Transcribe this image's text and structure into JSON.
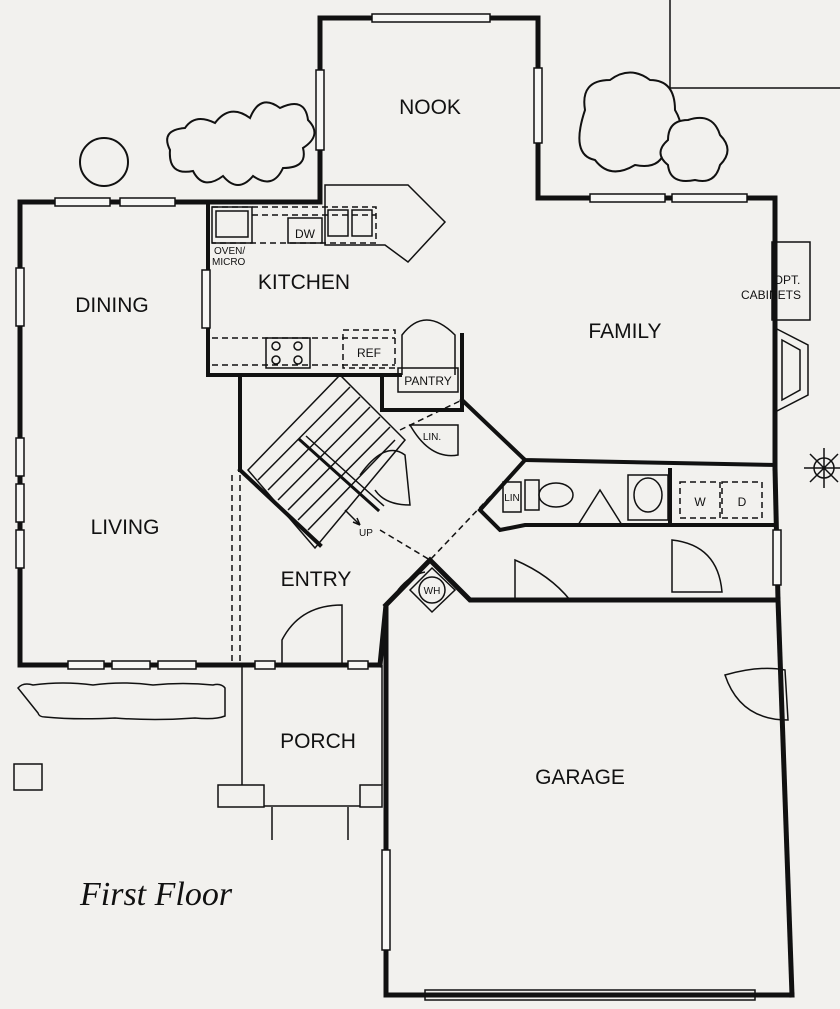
{
  "rooms": {
    "nook": "NOOK",
    "kitchen": "KITCHEN",
    "dining": "DINING",
    "family": "FAMILY",
    "living": "LIVING",
    "entry": "ENTRY",
    "porch": "PORCH",
    "garage": "GARAGE"
  },
  "fixtures": {
    "dw": "DW",
    "oven_line1": "OVEN/",
    "oven_line2": "MICRO",
    "ref": "REF",
    "pantry": "PANTRY",
    "lin_hall": "LIN.",
    "lin_bath": "LIN",
    "opt_cabinets_line1": "OPT.",
    "opt_cabinets_line2": "CABINETS",
    "washer": "W",
    "dryer": "D",
    "water_heater": "WH",
    "stairs_up": "UP"
  },
  "floor_label": "First Floor"
}
